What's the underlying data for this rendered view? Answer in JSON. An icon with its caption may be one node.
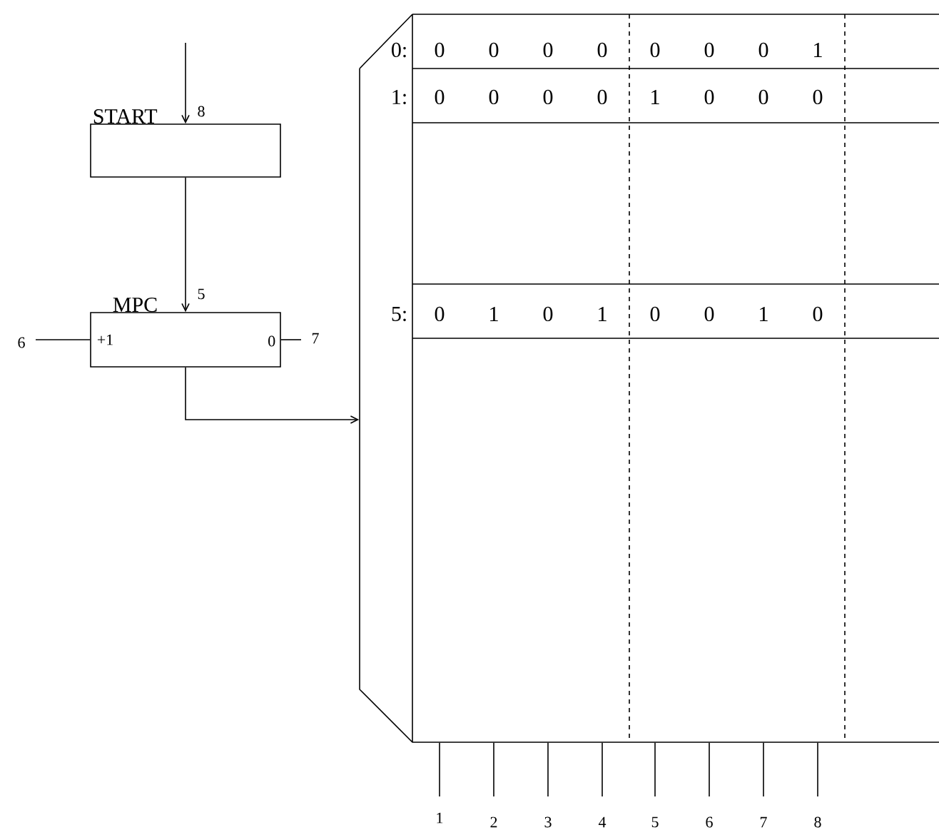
{
  "diagram": {
    "nodes": [
      {
        "text": [
          "START"
        ]
      },
      {
        "text": [
          "MPC",
          "+1",
          "0"
        ]
      },
      {
        "text": [],
        "shape": "box"
      }
    ],
    "edges": [
      {
        "from": null,
        "to": 0,
        "arrow": "to",
        "label": "8"
      },
      {
        "from": 0,
        "to": 1,
        "arrow": "to",
        "label": "5"
      },
      {
        "from": null,
        "to": 1,
        "arrow": "none",
        "label": "6"
      },
      {
        "from": 1,
        "to": null,
        "arrow": "none",
        "label": "7"
      },
      {
        "from": 1,
        "to": 2,
        "arrow": "to"
      },
      {
        "from": 2,
        "to": null,
        "arrow": "none",
        "label": "1"
      },
      {
        "from": 2,
        "to": null,
        "arrow": "none",
        "label": "2"
      },
      {
        "from": 2,
        "to": null,
        "arrow": "none",
        "label": "3"
      },
      {
        "from": 2,
        "to": null,
        "arrow": "none",
        "label": "4"
      },
      {
        "from": 2,
        "to": null,
        "arrow": "none",
        "label": "5"
      },
      {
        "from": 2,
        "to": null,
        "arrow": "none",
        "label": "6"
      },
      {
        "from": 2,
        "to": null,
        "arrow": "none",
        "label": "7"
      },
      {
        "from": 2,
        "to": null,
        "arrow": "none",
        "label": "8"
      }
    ],
    "labels": [
      "0:",
      "0",
      "0",
      "0",
      "0",
      "0",
      "0",
      "0",
      "1",
      "1:",
      "0",
      "0",
      "0",
      "0",
      "1",
      "0",
      "0",
      "0",
      "5:",
      "0",
      "1",
      "0",
      "1",
      "0",
      "0",
      "1",
      "0"
    ]
  }
}
